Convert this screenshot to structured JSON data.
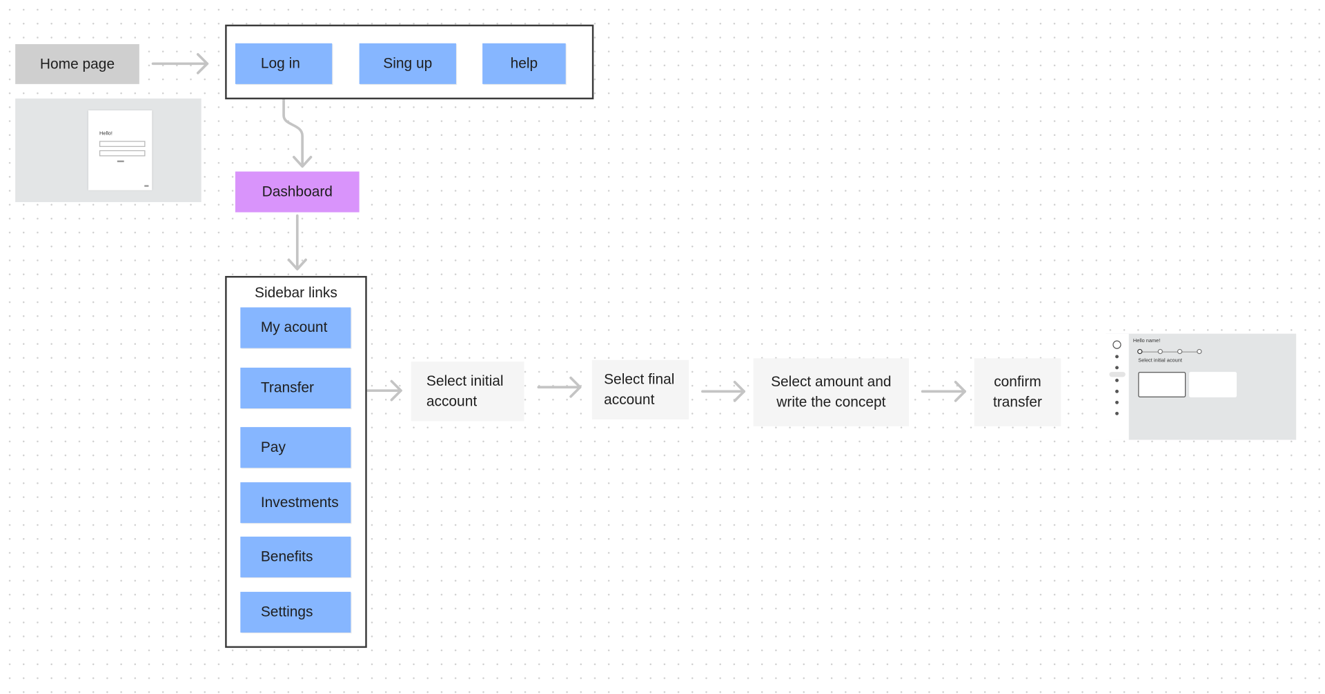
{
  "home": {
    "label": "Home page",
    "preview": {
      "greeting": "Hello!"
    }
  },
  "auth": {
    "login": "Log in",
    "signup": "Sing up",
    "help": "help"
  },
  "dashboard": {
    "label": "Dashboard"
  },
  "sidebar": {
    "title": "Sidebar links",
    "items": [
      {
        "label": "My acount"
      },
      {
        "label": "Transfer"
      },
      {
        "label": "Pay"
      },
      {
        "label": "Investments"
      },
      {
        "label": "Benefits"
      },
      {
        "label": "Settings"
      }
    ]
  },
  "transfer_flow": {
    "steps": [
      {
        "label": "Select initial\naccount"
      },
      {
        "label": "Select final\naccount"
      },
      {
        "label": "Select amount and\nwrite the concept"
      },
      {
        "label": "confirm\ntransfer"
      }
    ]
  },
  "transfer_preview": {
    "greeting": "Hello name!",
    "step_label": "Select initial acount"
  },
  "colors": {
    "link_box": "#86b6ff",
    "dashboard_box": "#d994fb",
    "home_box": "#cfcfcf",
    "note_box": "#f5f5f5",
    "frame_border": "#3a3a3a",
    "arrow": "#c4c4c4"
  }
}
